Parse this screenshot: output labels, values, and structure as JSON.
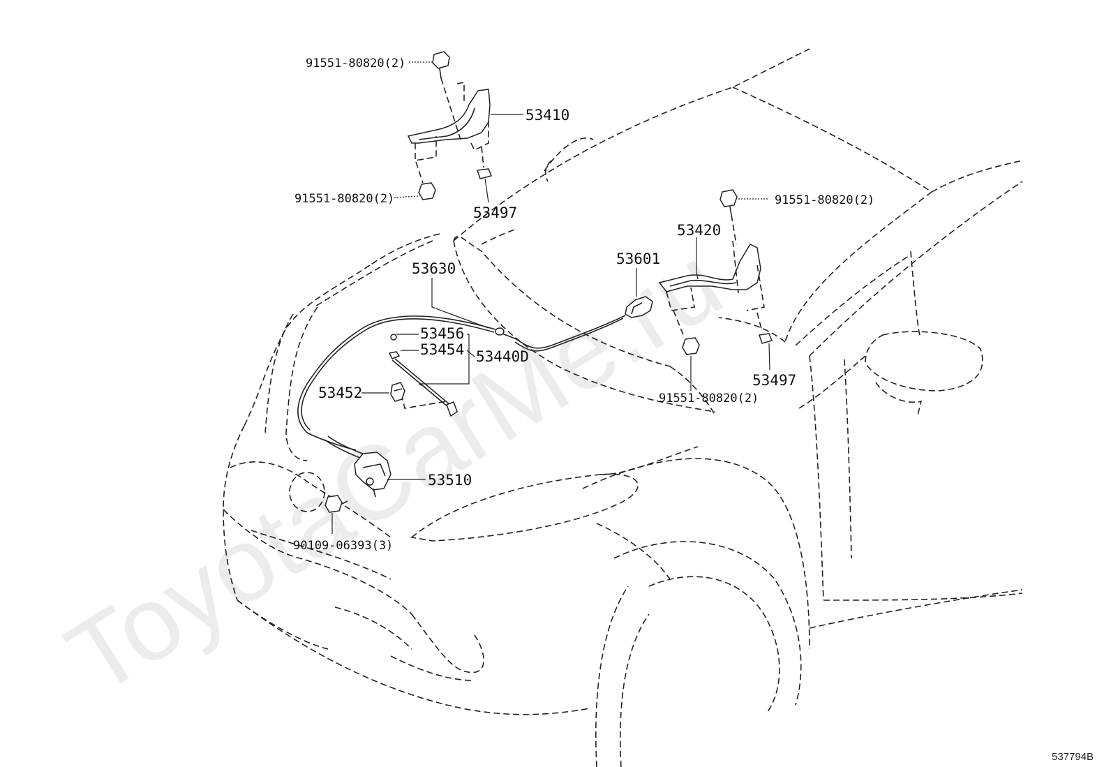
{
  "watermark": "ToyotaCarMe.ru",
  "diagram_ref": "537794B",
  "parts": {
    "bolt_hinge_rear_left": "91551-80820(2)",
    "hinge_left": "53410",
    "bolt_hinge_front_left": "91551-80820(2)",
    "cushion_left": "53497",
    "bolt_hinge_right": "91551-80820(2)",
    "hinge_right": "53420",
    "cable": "53630",
    "lever": "53601",
    "clip_53456": "53456",
    "clip_53454": "53454",
    "rod_group": "53440D",
    "support_53452": "53452",
    "cushion_right": "53497",
    "bolt_hinge_right_lower": "91551-80820(2)",
    "lock": "53510",
    "bolt_lock": "90109-06393(3)"
  }
}
